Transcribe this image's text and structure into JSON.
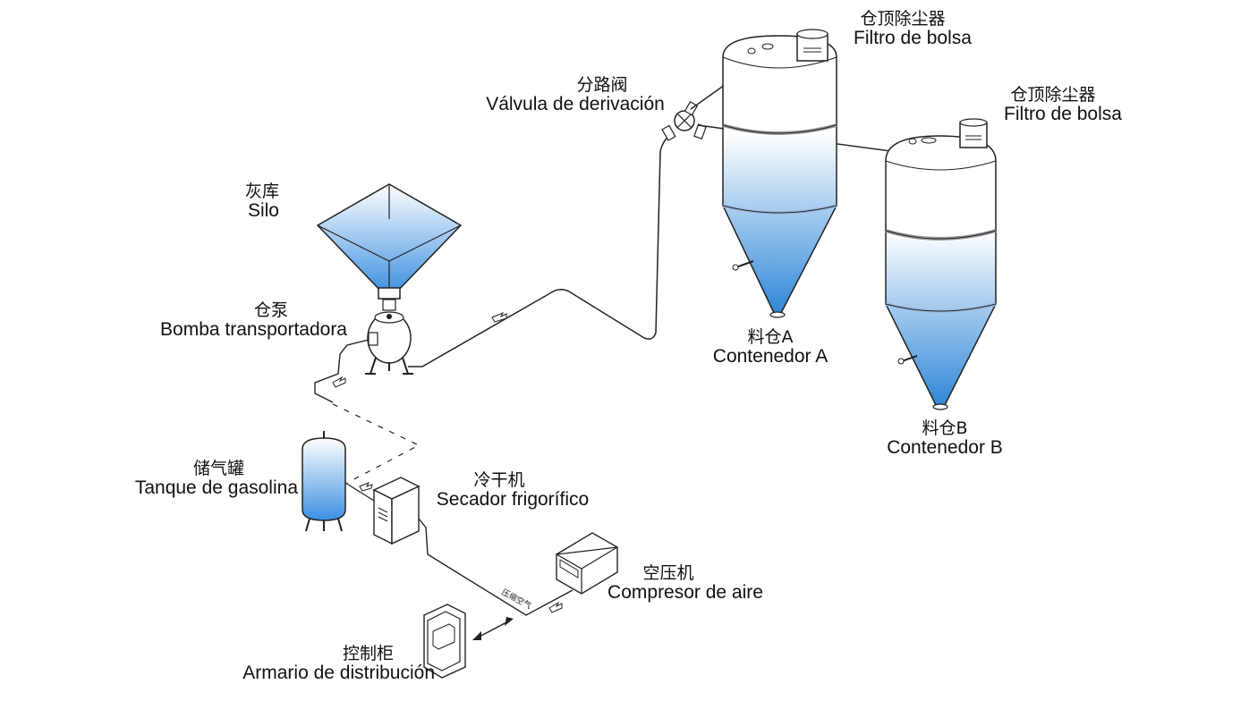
{
  "labels": {
    "silo": {
      "zh": "灰库",
      "es": "Silo"
    },
    "pump": {
      "zh": "仓泵",
      "es": "Bomba transportadora"
    },
    "valve": {
      "zh": "分路阀",
      "es": "Válvula de derivación"
    },
    "filter_a": {
      "zh": "仓顶除尘器",
      "es": "Filtro de bolsa"
    },
    "filter_b": {
      "zh": "仓顶除尘器",
      "es": "Filtro de bolsa"
    },
    "container_a": {
      "zh": "料仓A",
      "es": "Contenedor A"
    },
    "container_b": {
      "zh": "料仓B",
      "es": "Contenedor B"
    },
    "tank": {
      "zh": "储气罐",
      "es": "Tanque de gasolina"
    },
    "dryer": {
      "zh": "冷干机",
      "es": "Secador frigorífico"
    },
    "compressor": {
      "zh": "空压机",
      "es": "Compresor de aire"
    },
    "cabinet": {
      "zh": "控制柜",
      "es": "Armario de distribución"
    },
    "pipe_note": "压缩空气"
  },
  "colors": {
    "line": "#222222",
    "fill_light": "#ffffff",
    "fill_blue": "#2f86d8"
  }
}
